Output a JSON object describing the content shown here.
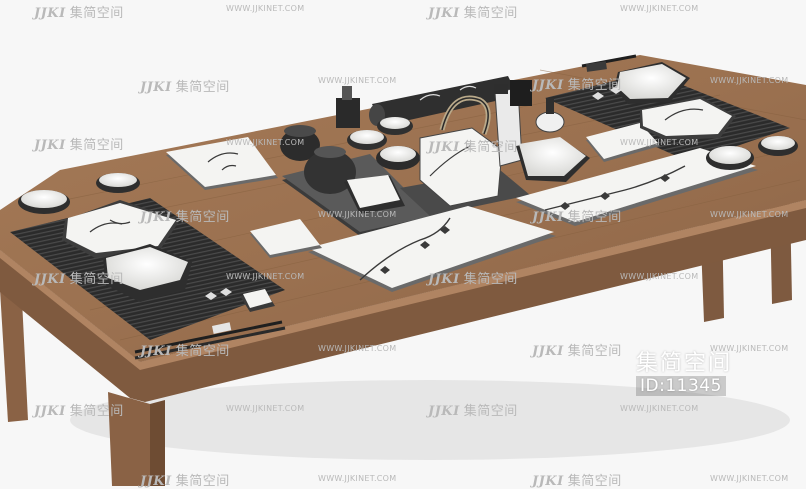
{
  "watermark": {
    "brand_mark": "JJKI",
    "brand_name": "集简空间",
    "site": "WWW.JJKINET.COM",
    "id_title": "集简空间",
    "id_code": "ID:11345"
  },
  "colors": {
    "background": "#f7f7f7",
    "table_wood": "#9b7150",
    "table_wood_light": "#b08462",
    "table_wood_dark": "#6e4c33",
    "mat": "#2b2b2b",
    "porcelain": "#f4f4f2",
    "ink": "#3a3a3a",
    "watermark": "#b9b9b9"
  }
}
